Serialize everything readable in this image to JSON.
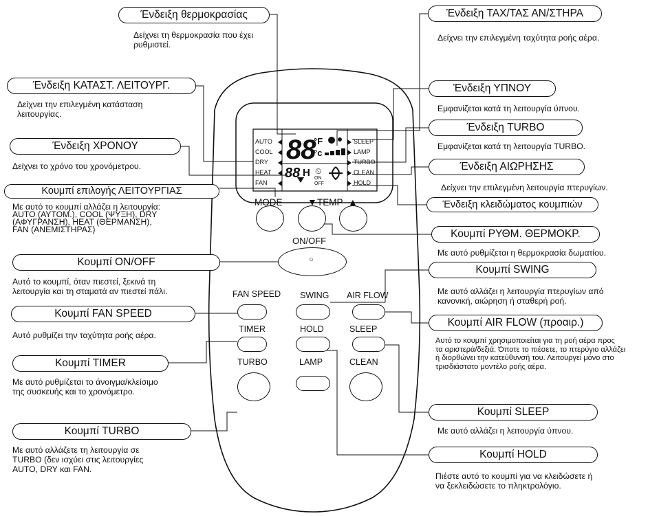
{
  "display": {
    "modes": [
      "AUTO",
      "COOL",
      "DRY",
      "HEAT",
      "FAN"
    ],
    "features": [
      "SLEEP",
      "LAMP",
      "TURBO",
      "CLEAN",
      "HOLD"
    ],
    "temp_digits": "88",
    "unit_f": "°F",
    "unit_c": "°c",
    "timer_digits": "88",
    "hour_symbol": "H",
    "on": "ON",
    "off": "OFF"
  },
  "remote": {
    "mode": "MODE",
    "temp": "TEMP",
    "onoff": "ON/OFF",
    "fan_speed": "FAN SPEED",
    "swing": "SWING",
    "air_flow": "AIR FLOW",
    "timer": "TIMER",
    "hold": "HOLD",
    "sleep": "SLEEP",
    "turbo": "TURBO",
    "lamp": "LAMP",
    "clean": "CLEAN"
  },
  "callouts": {
    "temp_indicator": {
      "title": "Ένδειξη θερμοκρασίας",
      "desc": "Δείχνει τη θερμοκρασία που έχει\nρυθμιστεί."
    },
    "mode_indicator": {
      "title": "Ένδειξη ΚΑΤΑΣΤ. ΛΕΙΤΟΥΡΓ.",
      "desc": "Δείχνει την επιλεγμένη κατάσταση\nλειτουργίας."
    },
    "time_indicator": {
      "title": "Ένδειξη ΧΡΟΝΟΥ",
      "desc": "Δείχνει το χρόνο του χρονόμετρου."
    },
    "mode_button": {
      "title": "Κουμπί επιλογής ΛΕΙΤΟΥΡΓΙΑΣ",
      "desc": "Με αυτό το κουμπί αλλάζει η λειτουργία:\nAUTO (ΑΥΤΟΜ.), COOL (ΨΥΞΗ), DRY\n(ΑΦΥΓΡΑΝΣΗ), HEAT (ΘΕΡΜΑΝΣΗ),\nFAN (ΑΝΕΜΙΣΤΗΡΑΣ)"
    },
    "onoff_button": {
      "title": "Κουμπί ON/OFF",
      "desc": "Αυτό το κουμπί, όταν πιεστεί, ξεκινά τη\nλειτουργία και τη σταματά αν πιεστεί πάλι."
    },
    "fan_speed_button": {
      "title": "Κουμπί FAN SPEED",
      "desc": "Αυτό ρυθμίζει την ταχύτητα ροής αέρα."
    },
    "timer_button": {
      "title": "Κουμπί TIMER",
      "desc": "Με αυτό ρυθμίζεται το άνοιγμα/κλείσιμο\nτης συσκευής και το χρονόμετρο."
    },
    "turbo_button": {
      "title": "Κουμπί TURBO",
      "desc": "Με αυτό αλλάζετε τη λειτουργία σε\nTURBO (δεν ισχύει στις λειτουργίες\nAUTO, DRY και FAN."
    },
    "fan_speed_indicator": {
      "title": "Ένδειξη ΤΑΧ/ΤΑΣ ΑΝ/ΣΤΗΡΑ",
      "desc": "Δείχνει την επιλεγμένη ταχύτητα ροής αέρα."
    },
    "sleep_indicator": {
      "title": "Ένδειξη ΥΠΝΟΥ",
      "desc": "Εμφανίζεται κατά τη λειτουργία ύπνου."
    },
    "turbo_indicator": {
      "title": "Ένδειξη TURBO",
      "desc": "Εμφανίζεται κατά τη λειτουργία TURBO."
    },
    "swing_indicator": {
      "title": "Ένδειξη ΑΙΩΡΗΣΗΣ",
      "desc": "Δείχνει την επιλεγμένη λειτουργία πτερυγίων."
    },
    "lock_indicator": {
      "title": "Ένδειξη κλειδώματος κουμπιών"
    },
    "temp_button": {
      "title": "Κουμπί ΡΥΘΜ. ΘΕΡΜΟΚΡ.",
      "desc": "Με αυτό ρυθμίζεται η θερμοκρασία δωματίου."
    },
    "swing_button": {
      "title": "Κουμπί SWING",
      "desc": "Με αυτό αλλάζει η λειτουργία πτερυγίων από\nκανονική, αιώρηση ή σταθερή ροή."
    },
    "air_flow_button": {
      "title": "Κουμπί AIR FLOW (προαιρ.)",
      "desc": "Αυτό το κουμπί χρησιμοποιείται για τη ροή αέρα προς\nτα αριστερά/δεξιά. Όποτε το πιέσετε, το πτερύγιο αλλάζει\nή διορθώνει την κατεύθυνσή του. Λειτουργεί μόνο στο\nτρισδιάστατο μοντέλο ροής αέρα."
    },
    "sleep_button": {
      "title": "Κουμπί SLEEP",
      "desc": "Με αυτό αλλάζει η λειτουργία ύπνου."
    },
    "hold_button": {
      "title": "Κουμπί HOLD",
      "desc": "Πιέστε αυτό το κουμπί για να κλειδώσετε ή\nνα ξεκλειδώσετε το πληκτρολόγιο."
    }
  }
}
